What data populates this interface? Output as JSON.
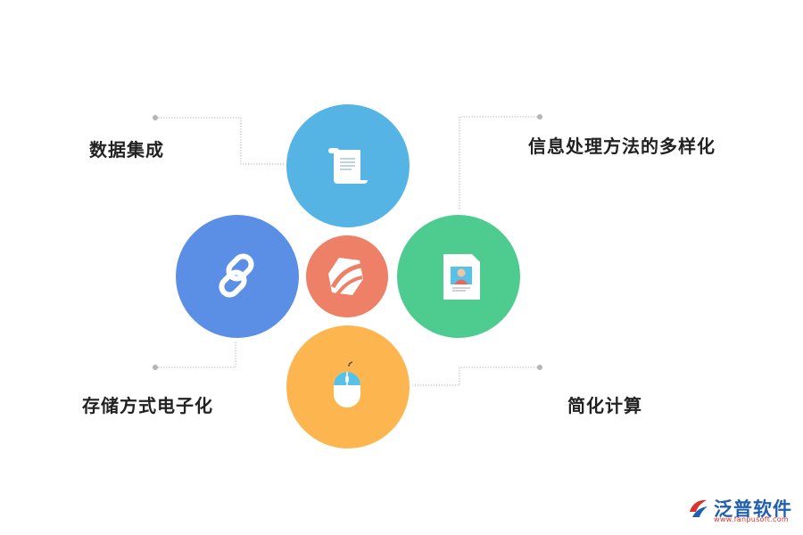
{
  "labels": {
    "top_left": "数据集成",
    "top_right": "信息处理方法的多样化",
    "bottom_left": "存储方式电子化",
    "bottom_right": "简化计算"
  },
  "colors": {
    "top": "#55b4e3",
    "left": "#5b8fe5",
    "center": "#ee8068",
    "right": "#4ecb8f",
    "bottom": "#fdb64f",
    "connector": "#bdbdbd",
    "dot": "#b5b5b5"
  },
  "icons": {
    "top": "scroll-document-icon",
    "left": "chain-link-icon",
    "center": "brand-logo-icon",
    "right": "id-card-document-icon",
    "bottom": "computer-mouse-icon"
  },
  "logo": {
    "name": "泛普软件",
    "url": "www.fanpusoft.com"
  }
}
